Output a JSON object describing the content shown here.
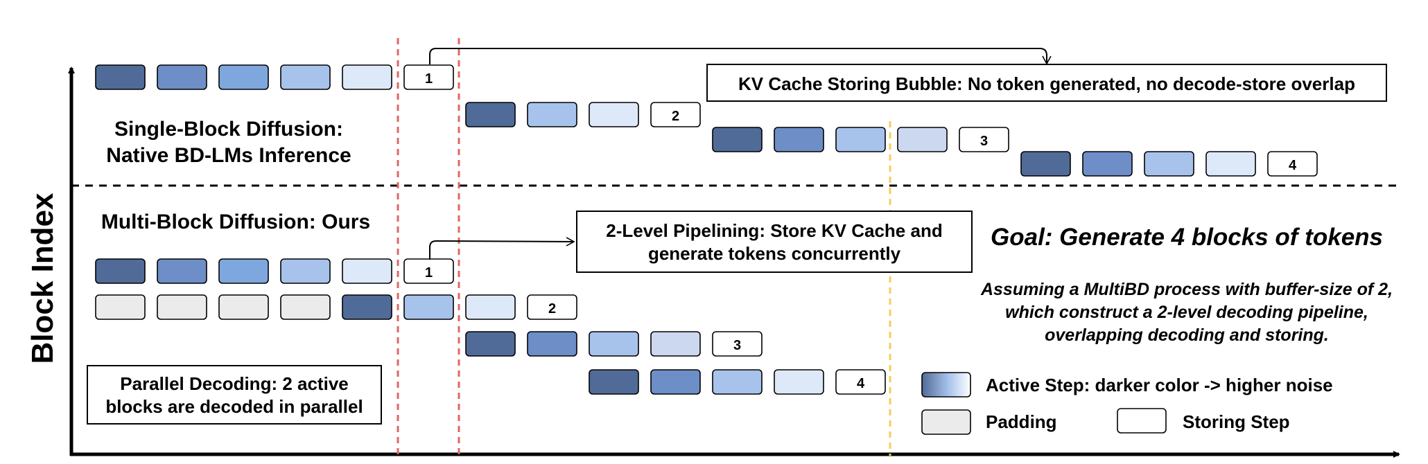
{
  "axis": {
    "y_label": "Block Index"
  },
  "colors": {
    "noise_1": "#516b98",
    "noise_2": "#6d8ec6",
    "noise_3": "#7ea7de",
    "noise_4": "#a8c3eb",
    "noise_5": "#dde9f9",
    "noise_alt": "#ccd8f0",
    "padding": "#ebebeb",
    "storing": "#ffffff",
    "red_line": "#e06666",
    "yellow_line": "#f4cd5a"
  },
  "sections": {
    "single": {
      "title_line1": "Single-Block Diffusion:",
      "title_line2": "Native BD-LMs Inference",
      "bubble_callout": "KV Cache Storing Bubble: No token generated, no decode-store overlap",
      "store_labels": [
        "1",
        "2",
        "3",
        "4"
      ]
    },
    "multi": {
      "title": "Multi-Block Diffusion: Ours",
      "pipeline_line1": "2-Level Pipelining: Store KV Cache and",
      "pipeline_line2": "generate tokens concurrently",
      "parallel_line1": "Parallel Decoding: 2 active",
      "parallel_line2": "blocks are decoded in parallel",
      "store_labels": [
        "1",
        "2",
        "3",
        "4"
      ]
    }
  },
  "goal": {
    "title": "Goal: Generate 4 blocks of tokens",
    "line1": "Assuming a MultiBD process with buffer-size of 2,",
    "line2": "which construct a 2-level decoding pipeline,",
    "line3": "overlapping decoding and storing."
  },
  "legend": {
    "active": "Active Step: darker color -> higher noise",
    "padding": "Padding",
    "storing": "Storing Step"
  }
}
